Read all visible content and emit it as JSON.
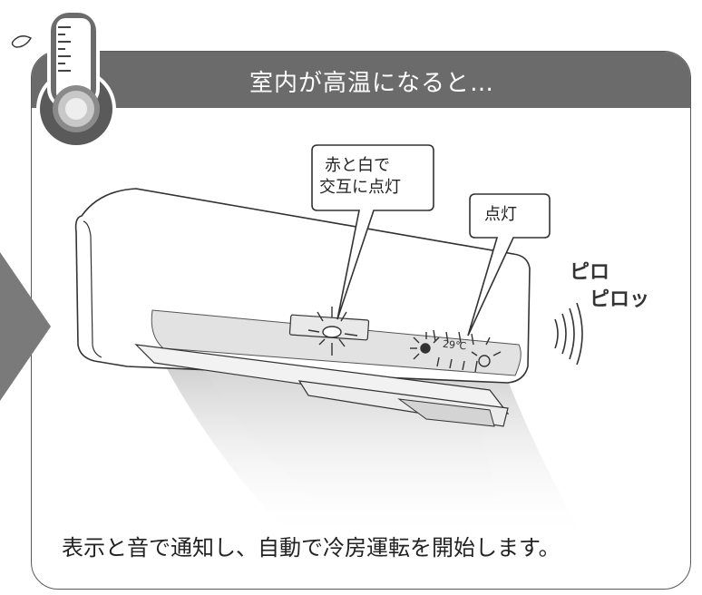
{
  "header": {
    "title": "室内が高温になると…"
  },
  "callouts": {
    "center_line1": "赤と白で",
    "center_line2": "交互に点灯",
    "right": "点灯"
  },
  "sound": {
    "line1": "ピロ",
    "line2": "ピロッ"
  },
  "display": {
    "temperature": "29℃"
  },
  "caption": "表示と音で通知し、自動で冷房運転を開始します。",
  "colors": {
    "header": "#6b6b6b",
    "border": "#5a5a5a",
    "arrow": "#7a7a7a"
  },
  "icons": [
    "thermometer-icon",
    "sweat-drop-icon",
    "next-arrow-icon",
    "sound-wave-icon"
  ]
}
